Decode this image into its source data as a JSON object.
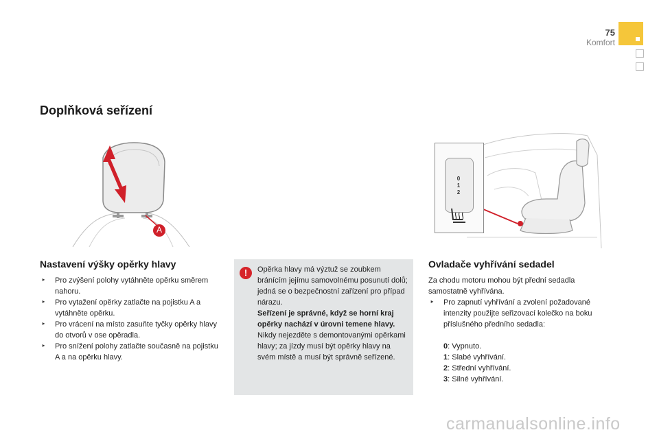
{
  "header": {
    "page_number": "75",
    "section": "Komfort"
  },
  "title": "Doplňková seřízení",
  "headrest": {
    "heading": "Nastavení výšky opěrky hlavy",
    "marker": "A",
    "bullets": [
      "Pro zvýšení polohy vytáhněte opěrku směrem nahoru.",
      "Pro vytažení opěrky zatlačte na pojistku A a vytáhněte opěrku.",
      "Pro vrácení na místo zasuňte tyčky opěrky hlavy do otvorů v ose opěradla.",
      "Pro snížení polohy zatlačte současně na pojistku A a na opěrku hlavy."
    ]
  },
  "warning": {
    "icon": "!",
    "text1": "Opěrka hlavy má výztuž se zoubkem bránícím jejímu samovolnému posunutí dolů; jedná se o bezpečnostní zařízení pro případ nárazu.",
    "bold": "Seřízení je správné, když se horní kraj opěrky nachází v úrovni temene hlavy.",
    "text2": "Nikdy nejezděte s demontovanými opěrkami hlavy; za jízdy musí být opěrky hlavy na svém místě a musí být správně seřízené."
  },
  "heating": {
    "heading": "Ovladače vyhřívání sedadel",
    "intro": "Za chodu motoru mohou být přední sedadla samostatně vyhřívána.",
    "bullet": "Pro zapnutí vyhřívání a zvolení požadované intenzity použijte seřizovací kolečko na boku příslušného předního sedadla:",
    "levels": [
      {
        "num": "0",
        "label": ": Vypnuto."
      },
      {
        "num": "1",
        "label": ": Slabé vyhřívání."
      },
      {
        "num": "2",
        "label": ": Střední vyhřívání."
      },
      {
        "num": "3",
        "label": ": Silné vyhřívání."
      }
    ],
    "wheel_labels": [
      "0",
      "1",
      "2"
    ]
  },
  "watermark": "carmanualsonline.info",
  "colors": {
    "accent_tab": "#f5c63a",
    "warning_bg": "#e3e5e6",
    "warning_red": "#d6242a",
    "arrow_red": "#d0202a"
  }
}
